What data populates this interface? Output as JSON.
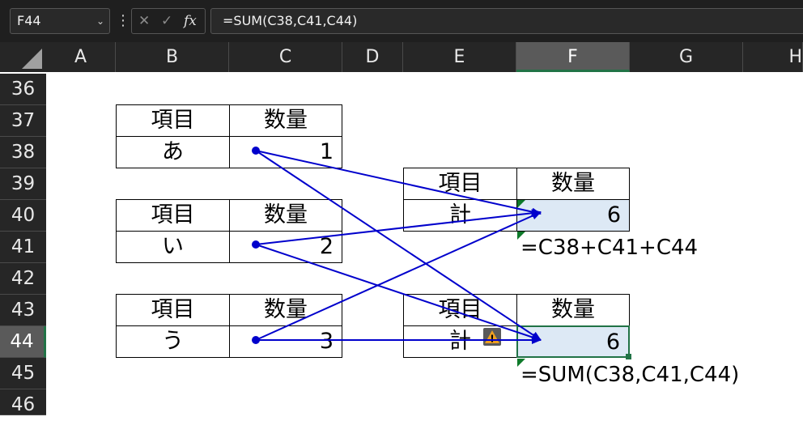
{
  "name_box": "F44",
  "name_box_chevron": "⌄",
  "more_glyph": "⋮",
  "cancel_glyph": "✕",
  "enter_glyph": "✓",
  "fx_label": "fx",
  "formula_bar": "=SUM(C38,C41,C44)",
  "columns": [
    "A",
    "B",
    "C",
    "D",
    "E",
    "F",
    "G",
    "H"
  ],
  "rows": [
    "36",
    "37",
    "38",
    "39",
    "40",
    "41",
    "42",
    "43",
    "44",
    "45",
    "46"
  ],
  "tables": {
    "t1": {
      "header_item": "項目",
      "header_qty": "数量",
      "item": "あ",
      "qty": "1"
    },
    "t2": {
      "header_item": "項目",
      "header_qty": "数量",
      "item": "い",
      "qty": "2"
    },
    "t3": {
      "header_item": "項目",
      "header_qty": "数量",
      "item": "う",
      "qty": "3"
    },
    "sum1": {
      "header_item": "項目",
      "header_qty": "数量",
      "item": "計",
      "qty": "6",
      "formula": "=C38+C41+C44"
    },
    "sum2": {
      "header_item": "項目",
      "header_qty": "数量",
      "item": "計",
      "qty": "6",
      "formula": "=SUM(C38,C41,C44)"
    }
  },
  "warning_glyph": "!",
  "colors": {
    "arrow": "#0000cc",
    "selection": "#217346",
    "highlight": "#dde9f5",
    "error_triangle": "#0e7a2a",
    "warning": "#f0a020"
  }
}
